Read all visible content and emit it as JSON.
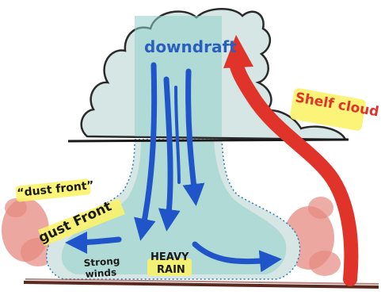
{
  "labels": {
    "downdraft": "downdraft",
    "shelf_cloud": "Shelf cloud",
    "dust_front": "“dust front”",
    "gust_front": "gust Front",
    "strong_winds_line1": "Strong",
    "strong_winds_line2": "winds",
    "heavy_rain_line1": "HEAVY",
    "heavy_rain_line2": "RAIN"
  },
  "colors": {
    "label_blue": "#2a5fc0",
    "arrow_blue": "#1f55c8",
    "arrow_red": "#e0342a",
    "red_label": "#e0342a",
    "highlight_yellow": "#fbf36a",
    "dust_red": "#e58a80",
    "ground": "#5a2a20",
    "cloud_outline": "#2a2a2a",
    "cloud_fill": "#d6e6e4",
    "cloud_shade": "#8fcfc9",
    "text_dark": "#1a1a1a"
  }
}
